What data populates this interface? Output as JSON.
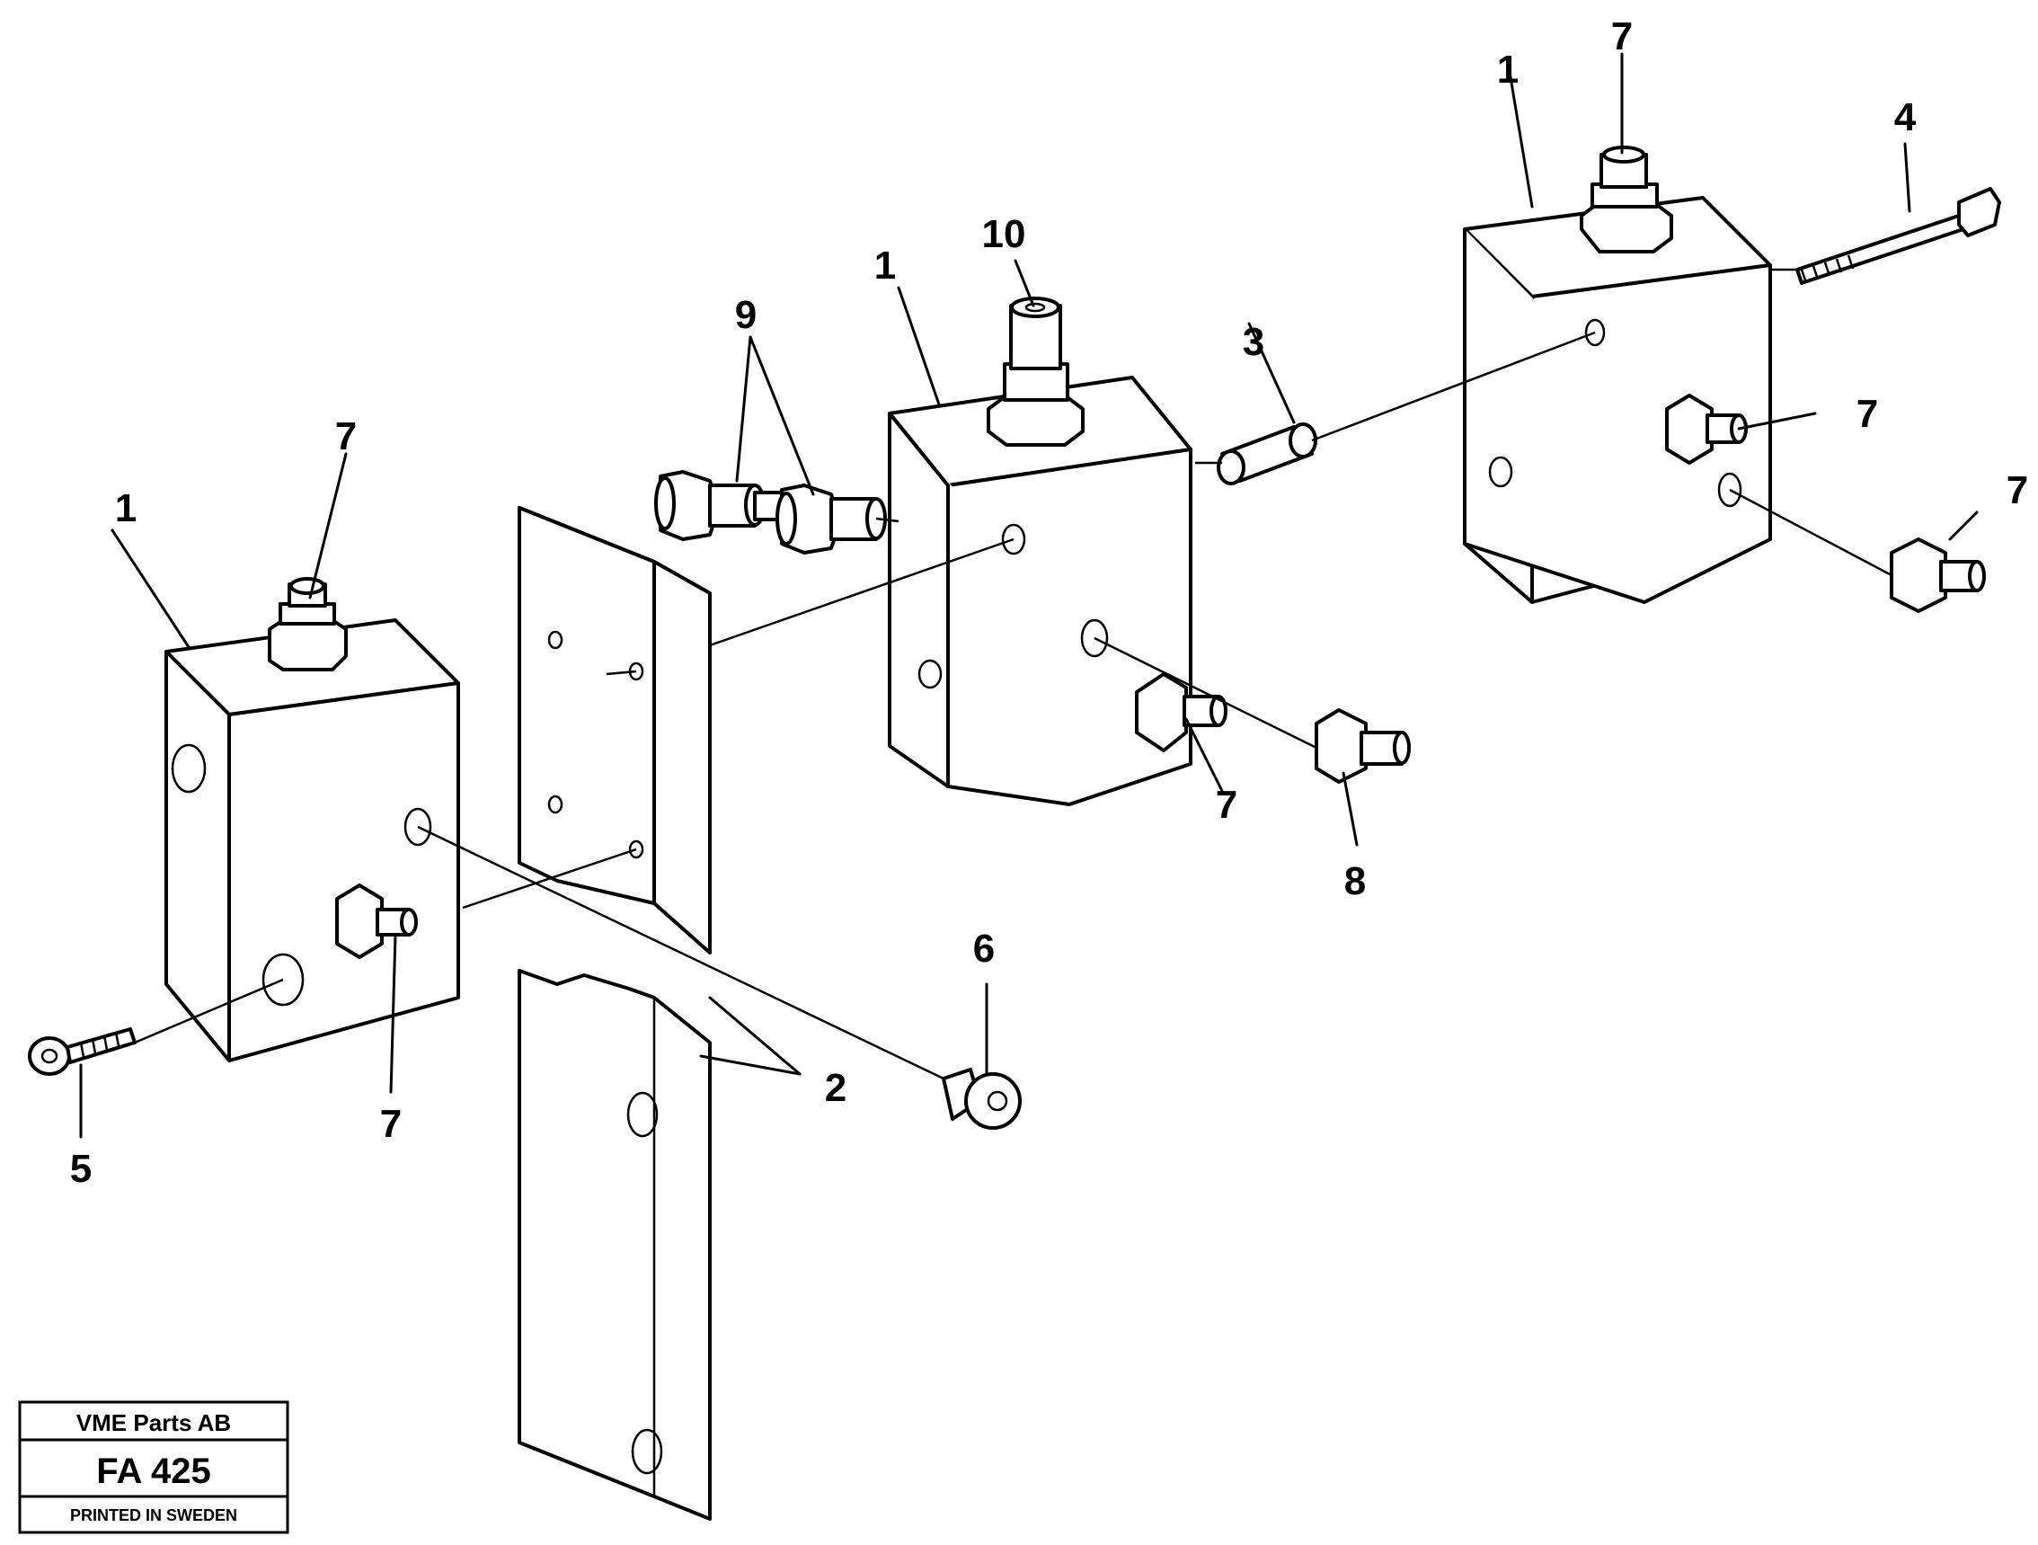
{
  "callouts": [
    "1",
    "1",
    "1",
    "2",
    "3",
    "4",
    "5",
    "6",
    "7",
    "7",
    "7",
    "7",
    "7",
    "7",
    "8",
    "9",
    "10"
  ],
  "title_block": {
    "company": "VME Parts AB",
    "code": "FA 425",
    "printed": "PRINTED IN SWEDEN"
  }
}
